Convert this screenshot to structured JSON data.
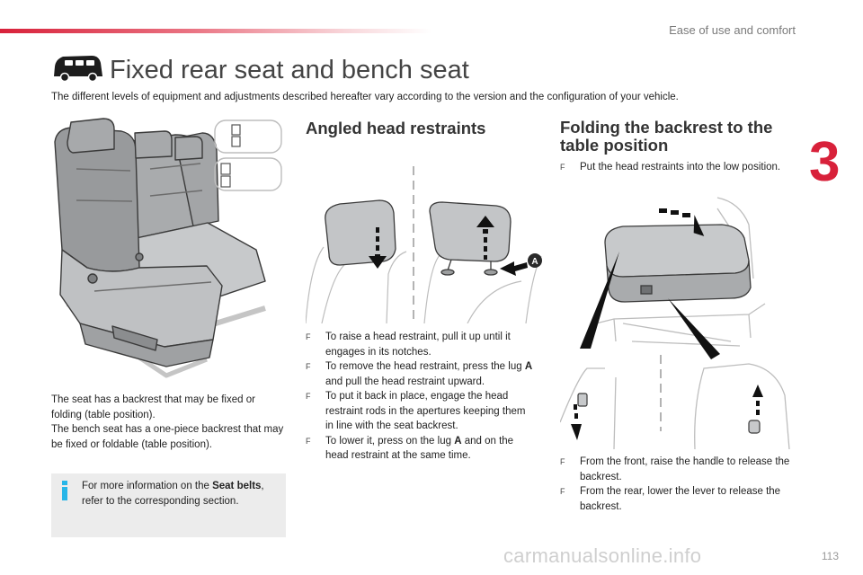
{
  "header": {
    "chapter_title": "Ease of use and comfort",
    "chapter_number": "3",
    "page_title": "Fixed rear seat and bench seat",
    "page_icon": "vehicle-icon",
    "intro": "The different levels of equipment and adjustments described hereafter vary according to the version and the configuration of your vehicle."
  },
  "left_column": {
    "description": [
      "The seat has a backrest that may be fixed or folding (table position).",
      "The bench seat has a one-piece backrest that may be fixed or foldable (table position)."
    ],
    "info": {
      "icon": "info-icon",
      "text_before": "For more information on the ",
      "text_bold": "Seat belts",
      "text_after": ", refer to the corresponding section."
    }
  },
  "head_restraints": {
    "title": "Angled head restraints",
    "lug_label": "A",
    "bullet_mark": "F",
    "bullets": [
      {
        "pre": "To raise a head restraint, pull it up until it engages in its notches.",
        "bold": "",
        "post": ""
      },
      {
        "pre": "To remove the head restraint, press the lug ",
        "bold": "A",
        "post": " and pull the head restraint upward."
      },
      {
        "pre": "To put it back in place, engage the head restraint rods in the apertures keeping them in line with the seat backrest.",
        "bold": "",
        "post": ""
      },
      {
        "pre": "To lower it, press on the lug ",
        "bold": "A",
        "post": " and on the head restraint at the same time."
      }
    ]
  },
  "folding": {
    "title_line1": "Folding the backrest to the",
    "title_line2": "table position",
    "bullet_mark": "F",
    "top_bullets": [
      "Put the head restraints into the low position."
    ],
    "bottom_bullets": [
      "From the front, raise the handle to release the backrest.",
      "From the rear, lower the lever to release the backrest."
    ]
  },
  "footer": {
    "page_number": "113",
    "watermark": "carmanualsonline.info"
  },
  "colors": {
    "accent": "#d8213a",
    "info": "#27b6e8",
    "seat_fill": "#b7b9bb",
    "text": "#222222"
  }
}
